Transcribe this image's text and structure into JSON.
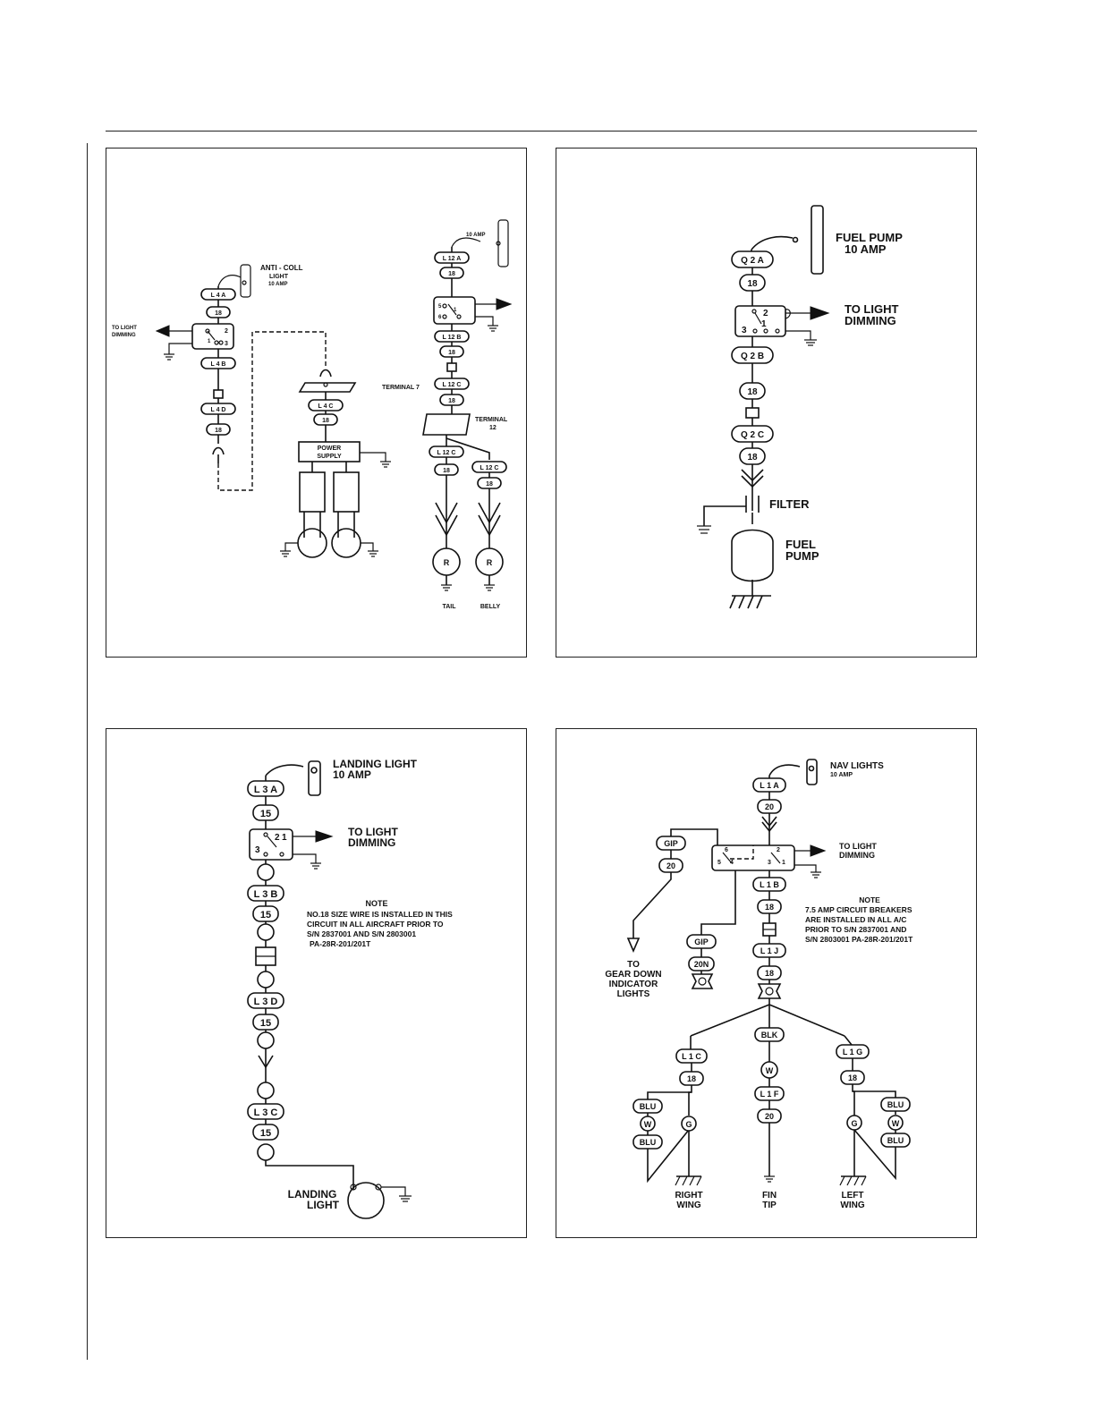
{
  "panels": {
    "anticoll": {
      "breaker": [
        "ANTI - COLL",
        "LIGHT",
        "10 AMP"
      ],
      "to_light_dimming": [
        "TO LIGHT",
        "DIMMING"
      ],
      "switch_pins": [
        "2",
        "1",
        "3"
      ],
      "wires": {
        "l4a": "L 4 A",
        "w18a": "18",
        "l4b": "L 4 B",
        "l4d": "L 4 D",
        "w18b": "18",
        "l4c": "L 4 C",
        "w18c": "18"
      },
      "terminal": "TERMINAL 7",
      "power_supply": [
        "POWER",
        "SUPPLY"
      ],
      "breaker2": "10 AMP",
      "switch2_pins": [
        "5",
        "6",
        "1"
      ],
      "wires2": {
        "l12a": "L 12 A",
        "w18a": "18",
        "w18b": "18",
        "l12b": "L 12 B",
        "l12c": "L 12 C",
        "w18c": "18",
        "l12c2": "L 12 C",
        "w18d": "18",
        "l12c3": "L 12 C",
        "w18e": "18"
      },
      "terminal2": [
        "TERMINAL",
        "12"
      ],
      "lamp_label": "R",
      "tail": "TAIL",
      "belly": "BELLY"
    },
    "fuelpump": {
      "breaker": [
        "FUEL PUMP",
        "10 AMP"
      ],
      "to_light_dimming": [
        "TO LIGHT",
        "DIMMING"
      ],
      "switch_pins": [
        "2",
        "1",
        "3"
      ],
      "wires": {
        "q2a": "Q 2 A",
        "w18a": "18",
        "q2b": "Q 2 B",
        "w18b": "18",
        "q2c": "Q 2 C",
        "w18c": "18"
      },
      "filter": "FILTER",
      "pump": [
        "FUEL",
        "PUMP"
      ]
    },
    "landing": {
      "breaker": [
        "LANDING LIGHT",
        "10 AMP"
      ],
      "to_light_dimming": [
        "TO LIGHT",
        "DIMMING"
      ],
      "switch_pins": [
        "2",
        "1",
        "3"
      ],
      "wires": {
        "l3a": "L 3 A",
        "w15a": "15",
        "l3b": "L 3 B",
        "w15b": "15",
        "l3d": "L 3 D",
        "w15c": "15",
        "l3c": "L 3 C",
        "w15d": "15"
      },
      "note_title": "NOTE",
      "note_lines": [
        "NO.18 SIZE WIRE IS INSTALLED IN THIS",
        "CIRCUIT IN ALL AIRCRAFT PRIOR TO",
        "S/N 2837001 AND S/N 2803001",
        "PA-28R-201/201T"
      ],
      "lamp": [
        "LANDING",
        "LIGHT"
      ]
    },
    "nav": {
      "breaker": [
        "NAV  LIGHTS",
        "10 AMP"
      ],
      "to_light_dimming": [
        "TO LIGHT",
        "DIMMING"
      ],
      "switch_pins": [
        "6",
        "5",
        "4",
        "2",
        "3",
        "1"
      ],
      "wires": {
        "l1a": "L 1 A",
        "w20a": "20",
        "gip1": "GIP",
        "w20b": "20",
        "l1b": "L 1 B",
        "w18a": "18",
        "gip2": "GIP",
        "w20n": "20N",
        "l1j": "L 1 J",
        "w18b": "18",
        "blk": "BLK",
        "l1c": "L 1 C",
        "w18c": "18",
        "l1g": "L 1 G",
        "w18d": "18",
        "l1f": "L 1 F",
        "w20c": "20",
        "blu": "BLU",
        "w": "W",
        "g": "G"
      },
      "gear": [
        "TO",
        "GEAR DOWN",
        "INDICATOR",
        "LIGHTS"
      ],
      "note_title": "NOTE",
      "note_lines": [
        "7.5 AMP CIRCUIT BREAKERS",
        "ARE INSTALLED IN ALL A/C",
        "PRIOR TO S/N 2837001 AND",
        "S/N 2803001 PA-28R-201/201T"
      ],
      "right_wing": [
        "RIGHT",
        "WING"
      ],
      "fin_tip": [
        "FIN",
        "TIP"
      ],
      "left_wing": [
        "LEFT",
        "WING"
      ]
    }
  }
}
